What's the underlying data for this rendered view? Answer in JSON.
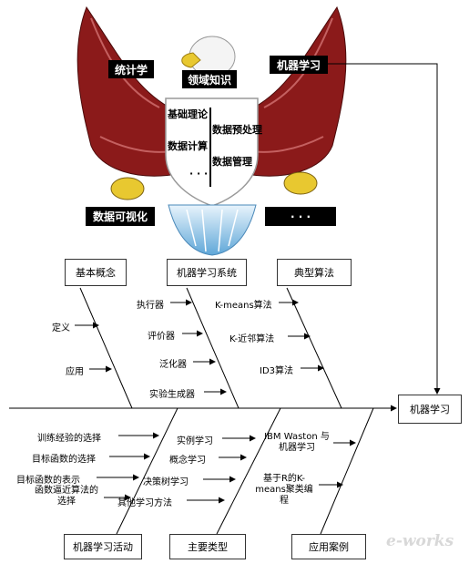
{
  "eagle": {
    "left_wing": "统计学",
    "head": "领域知识",
    "right_wing": "机器学习",
    "left_talon": "数据可视化",
    "right_talon": "· · ·",
    "shield": [
      "基础理论",
      "数据预处理",
      "数据计算",
      "数据管理",
      "· · ·"
    ]
  },
  "fishbone": {
    "head": "机器学习",
    "top_categories": [
      "基本概念",
      "机器学习系统",
      "典型算法"
    ],
    "bottom_categories": [
      "机器学习活动",
      "主要类型",
      "应用案例"
    ],
    "basic_concepts": [
      "定义",
      "应用"
    ],
    "ml_system": [
      "执行器",
      "评价器",
      "泛化器",
      "实验生成器"
    ],
    "typical_algorithms": [
      "K-means算法",
      "K-近邻算法",
      "ID3算法"
    ],
    "activities": [
      "训练经验的选择",
      "目标函数的选择",
      "目标函数的表示",
      "函数逼近算法的选择"
    ],
    "main_types": [
      "实例学习",
      "概念学习",
      "决策树学习",
      "其他学习方法"
    ],
    "cases": [
      "IBM Waston 与机器学习",
      "基于R的K-means聚类编程"
    ]
  },
  "watermark": "e-works",
  "colors": {
    "wing": "#8b1a1a",
    "talon": "#e8c830",
    "tail": "#7ab8e0"
  }
}
